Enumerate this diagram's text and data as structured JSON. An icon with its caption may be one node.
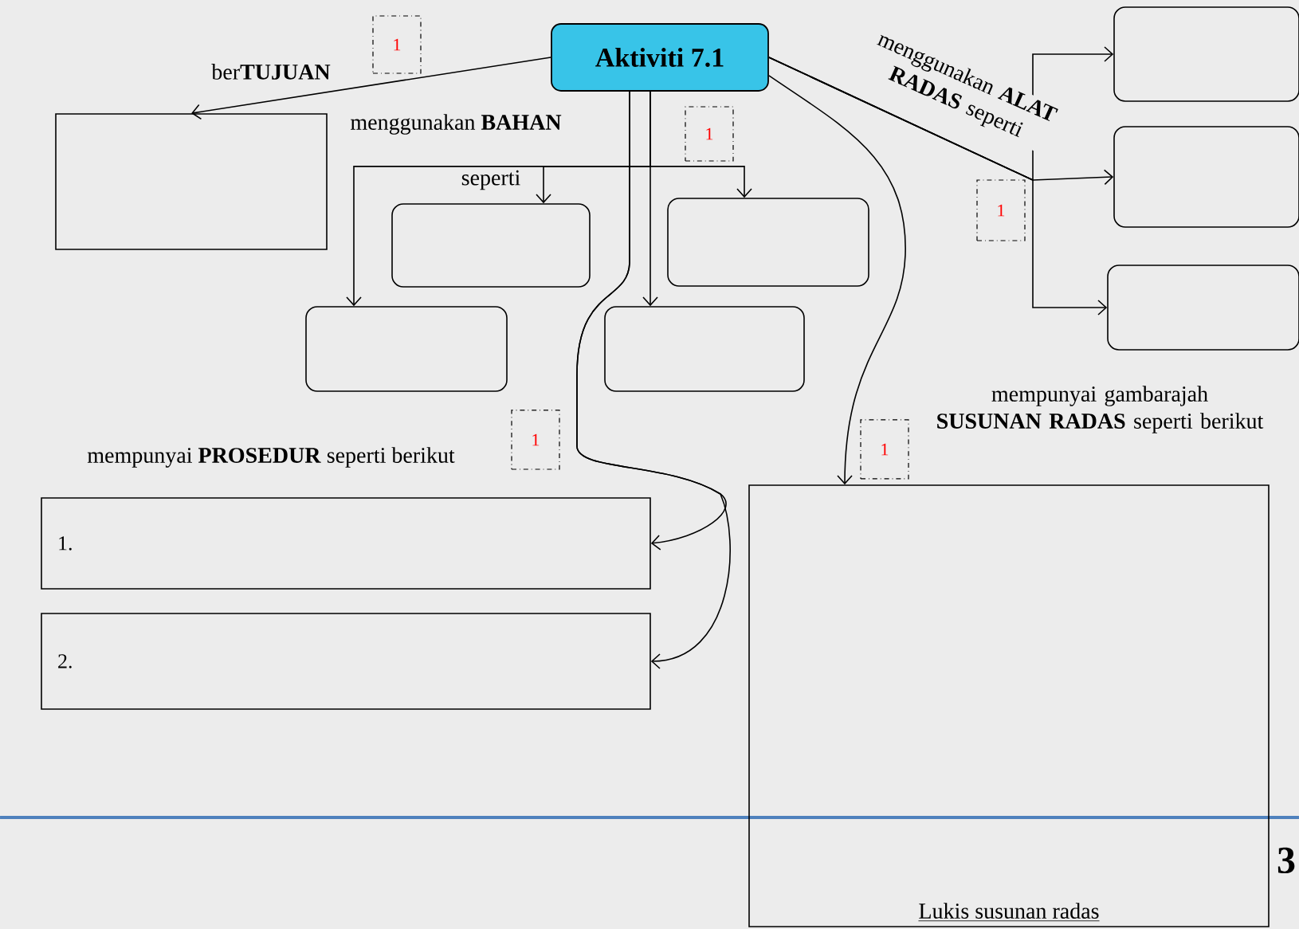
{
  "diagram": {
    "nodes": [
      {
        "text": [
          "Aktiviti 7.1"
        ]
      },
      {
        "text": [],
        "shape": "box"
      },
      {
        "text": [],
        "shape": "box"
      },
      {
        "text": [],
        "shape": "box"
      },
      {
        "text": [],
        "shape": "box"
      },
      {
        "text": [],
        "shape": "box"
      },
      {
        "text": [],
        "shape": "box"
      },
      {
        "text": [],
        "shape": "box"
      },
      {
        "text": [],
        "shape": "box"
      },
      {
        "text": [
          "1."
        ]
      },
      {
        "text": [
          "2."
        ]
      },
      {
        "text": [
          "Lukis susunan radas"
        ]
      },
      {
        "text": [
          "1"
        ]
      },
      {
        "text": [
          "1"
        ]
      },
      {
        "text": [
          "1"
        ]
      },
      {
        "text": [
          "1"
        ]
      },
      {
        "text": [
          "1"
        ]
      }
    ],
    "edges": [
      {
        "from": 0,
        "to": 1,
        "arrow": "to"
      },
      {
        "from": 0,
        "to": 2,
        "arrow": "to"
      },
      {
        "from": 0,
        "to": 3,
        "arrow": "to"
      },
      {
        "from": 0,
        "to": 4,
        "arrow": "to"
      },
      {
        "from": 0,
        "to": 5,
        "arrow": "to"
      },
      {
        "from": 0,
        "to": 6,
        "arrow": "to"
      },
      {
        "from": 0,
        "to": 7,
        "arrow": "to"
      },
      {
        "from": 0,
        "to": 8,
        "arrow": "to"
      },
      {
        "from": 0,
        "to": 9,
        "arrow": "to"
      },
      {
        "from": 0,
        "to": 10,
        "arrow": "to"
      },
      {
        "from": 0,
        "to": 11,
        "arrow": "to"
      }
    ],
    "labels": [
      "ber**TUJUAN**",
      "menggunakan **BAHAN**",
      "seperti",
      "menggunakan **ALAT RADAS** seperti",
      "mempunyai **PROSEDUR** seperti berikut",
      "mempunyai gambarajah **SUSUNAN RADAS** seperti berikut",
      "3"
    ]
  }
}
